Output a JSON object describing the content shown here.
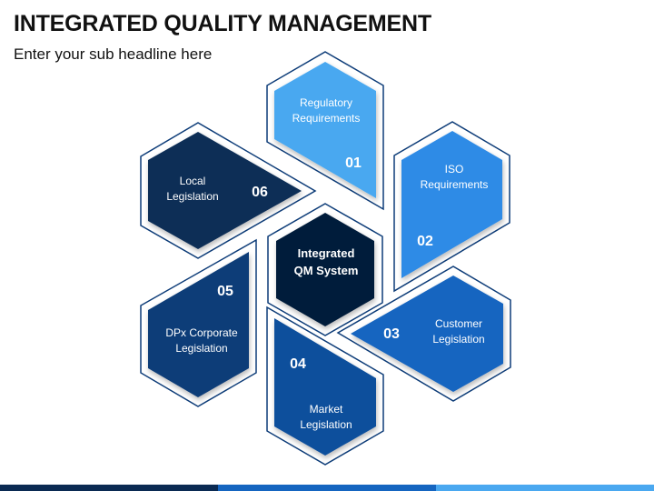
{
  "header": {
    "title": "INTEGRATED QUALITY MANAGEMENT",
    "subtitle": "Enter your sub headline here"
  },
  "center": {
    "line1": "Integrated",
    "line2": "QM System"
  },
  "segments": [
    {
      "number": "01",
      "line1": "Regulatory",
      "line2": "Requirements",
      "color": "#4aa8f0"
    },
    {
      "number": "02",
      "line1": "ISO",
      "line2": "Requirements",
      "color": "#2f8be6"
    },
    {
      "number": "03",
      "line1": "Customer",
      "line2": "Legislation",
      "color": "#1565c0"
    },
    {
      "number": "04",
      "line1": "Market",
      "line2": "Legislation",
      "color": "#0f4f9c"
    },
    {
      "number": "05",
      "line1": "DPx Corporate",
      "line2": "Legislation",
      "color": "#0d3c78"
    },
    {
      "number": "06",
      "line1": "Local",
      "line2": "Legislation",
      "color": "#0a2d57"
    }
  ],
  "colors": {
    "center_fill": "#061c3a",
    "outline": "#0d3c78"
  }
}
